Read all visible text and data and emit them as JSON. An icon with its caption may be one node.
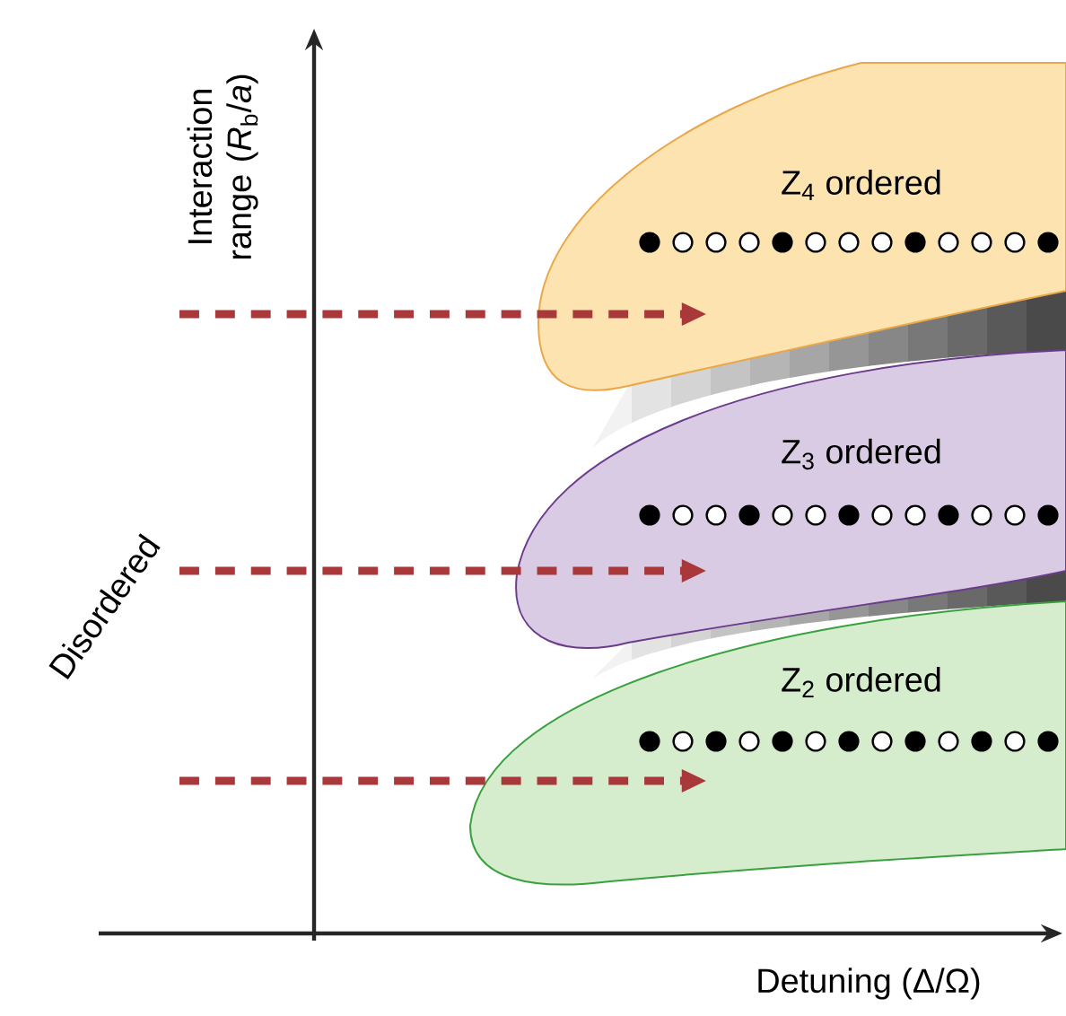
{
  "diagram": {
    "nodes": [
      {
        "text": [
          "Z$_{4}$ ordered"
        ]
      },
      {
        "text": [
          "Z$_{3}$ ordered"
        ]
      },
      {
        "text": [
          "Z$_{2}$ ordered"
        ]
      }
    ],
    "edges": [
      {
        "from": null,
        "to": 0,
        "arrow": "to",
        "style": "dashed"
      },
      {
        "from": null,
        "to": 1,
        "arrow": "to",
        "style": "dashed"
      },
      {
        "from": null,
        "to": 2,
        "arrow": "to",
        "style": "dashed"
      }
    ],
    "labels": [
      "Interaction range (*R*$_{b}$/*a*)",
      "Disordered",
      "Detuning (Δ/Ω)"
    ]
  }
}
